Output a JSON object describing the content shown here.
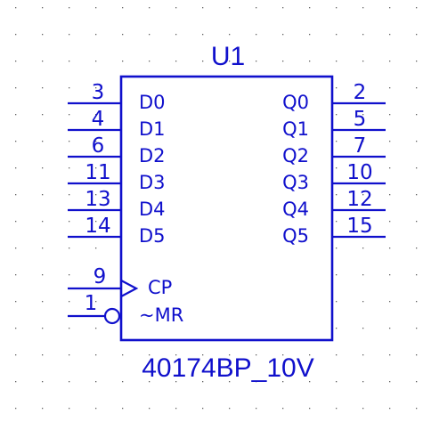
{
  "component": {
    "ref": "U1",
    "part": "40174BP_10V",
    "color": "#1010cc",
    "grid_color": "#606060"
  },
  "left_pins": [
    {
      "num": "3",
      "name": "D0"
    },
    {
      "num": "4",
      "name": "D1"
    },
    {
      "num": "6",
      "name": "D2"
    },
    {
      "num": "11",
      "name": "D3"
    },
    {
      "num": "13",
      "name": "D4"
    },
    {
      "num": "14",
      "name": "D5"
    }
  ],
  "right_pins": [
    {
      "num": "2",
      "name": "Q0"
    },
    {
      "num": "5",
      "name": "Q1"
    },
    {
      "num": "7",
      "name": "Q2"
    },
    {
      "num": "10",
      "name": "Q3"
    },
    {
      "num": "12",
      "name": "Q4"
    },
    {
      "num": "15",
      "name": "Q5"
    }
  ],
  "clock_pin": {
    "num": "9",
    "name": "CP",
    "symbol": "clock-triangle-icon"
  },
  "reset_pin": {
    "num": "1",
    "name": "~MR",
    "symbol": "inversion-bubble-icon"
  }
}
